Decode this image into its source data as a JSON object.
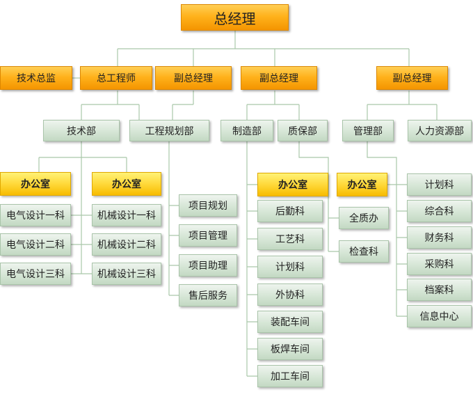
{
  "nodes": {
    "ceo": "总经理",
    "tech_director": "技术总监",
    "chief_engineer": "总工程师",
    "vp1": "副总经理",
    "vp2": "副总经理",
    "vp3": "副总经理",
    "tech_dept": "技术部",
    "eng_plan_dept": "工程规划部",
    "mfg_dept": "制造部",
    "qa_dept": "质保部",
    "mgmt_dept": "管理部",
    "hr_dept": "人力资源部",
    "office1": "办公室",
    "office2": "办公室",
    "office3": "办公室",
    "office4": "办公室",
    "elec1": "电气设计一科",
    "elec2": "电气设计二科",
    "elec3": "电气设计三科",
    "mech1": "机械设计一科",
    "mech2": "机械设计二科",
    "mech3": "机械设计三科",
    "proj_plan": "项目规划",
    "proj_mgmt": "项目管理",
    "proj_assist": "项目助理",
    "after_sales": "售后服务",
    "logistics": "后勤科",
    "process": "工艺科",
    "mfg_plan": "计划科",
    "outsourcing": "外协科",
    "assembly": "装配车间",
    "welding": "板焊车间",
    "machining": "加工车间",
    "total_quality": "全质办",
    "inspection": "检查科",
    "mgmt_plan": "计划科",
    "general": "综合科",
    "finance": "财务科",
    "purchasing": "采购科",
    "archives": "档案科",
    "info_center": "信息中心"
  },
  "colors": {
    "connector": "#a9c8a9",
    "top_level": "#ffb21c",
    "department": "#d6e6d6",
    "office": "#ffd93a"
  }
}
